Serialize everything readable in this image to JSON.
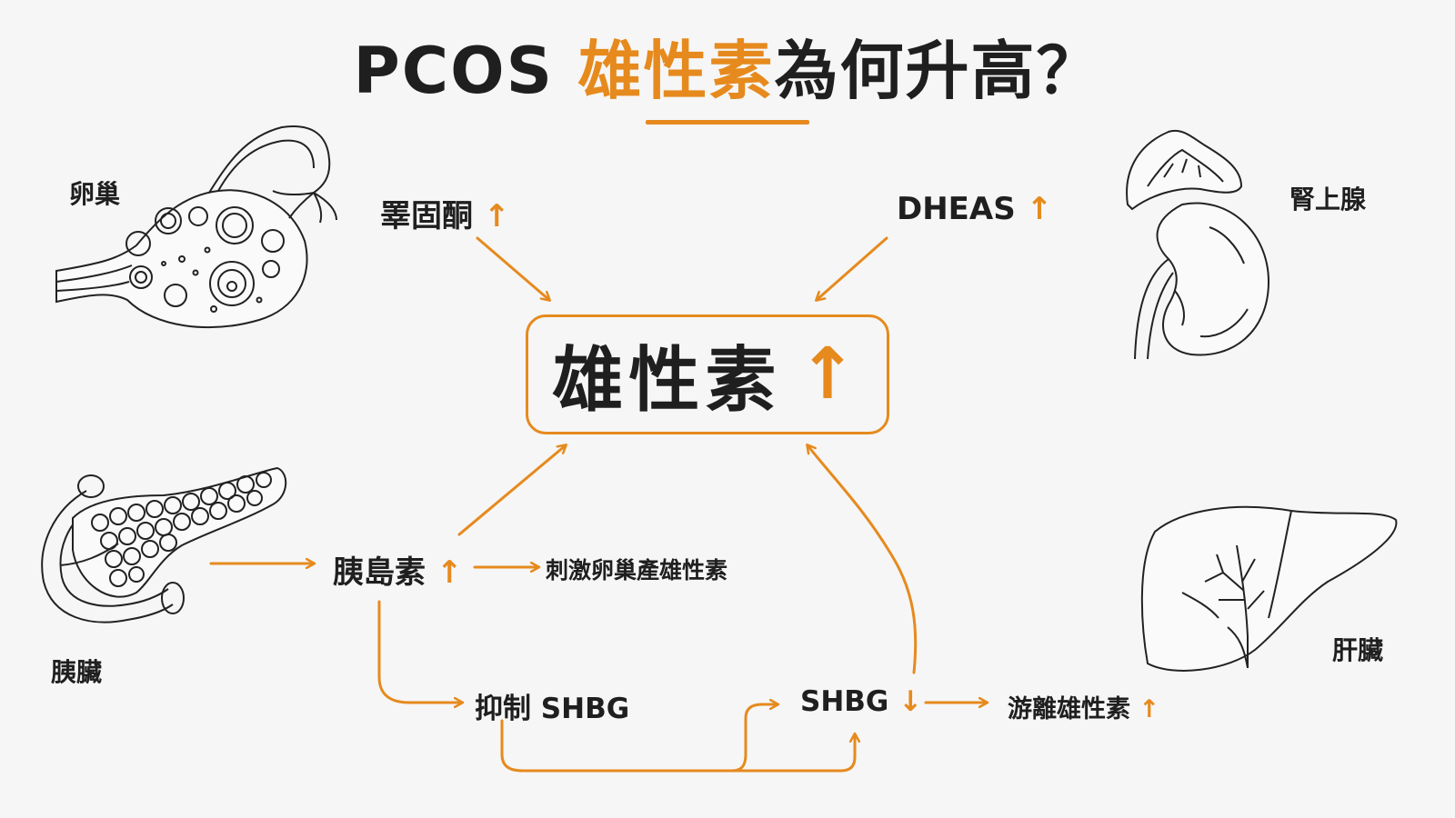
{
  "title": {
    "prefix": "PCOS",
    "highlight": "雄性素",
    "suffix": "為何升高？"
  },
  "organs": {
    "ovary": "卵巢",
    "adrenal": "腎上腺",
    "pancreas": "胰臟",
    "liver": "肝臟"
  },
  "nodes": {
    "testosterone": "睪固酮",
    "dheas": "DHEAS",
    "insulin": "胰島素",
    "stimulate_ovary": "刺激卵巢產雄性素",
    "suppress_shbg": "抑制 SHBG",
    "shbg": "SHBG",
    "free_androgen": "游離雄性素"
  },
  "center": {
    "label": "雄性素"
  },
  "glyphs": {
    "up": "↑",
    "down": "↓"
  },
  "colors": {
    "accent": "#e68a1e",
    "ink": "#1f1f1f",
    "background": "#f6f6f6"
  }
}
